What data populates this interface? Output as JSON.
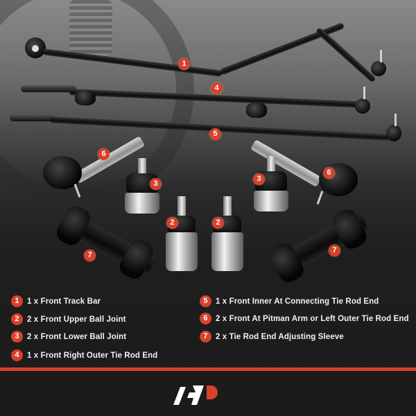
{
  "product_image": {
    "description": "Front suspension steering kit components with numbered callouts",
    "callouts": [
      {
        "id": "1",
        "label": "1"
      },
      {
        "id": "4",
        "label": "4"
      },
      {
        "id": "5",
        "label": "5"
      },
      {
        "id": "6a",
        "label": "6"
      },
      {
        "id": "6b",
        "label": "6"
      },
      {
        "id": "3a",
        "label": "3"
      },
      {
        "id": "3b",
        "label": "3"
      },
      {
        "id": "2a",
        "label": "2"
      },
      {
        "id": "2b",
        "label": "2"
      },
      {
        "id": "7a",
        "label": "7"
      },
      {
        "id": "7b",
        "label": "7"
      }
    ]
  },
  "legend": {
    "left": [
      {
        "num": "1",
        "text": "1 x Front Track Bar"
      },
      {
        "num": "2",
        "text": "2 x Front Upper Ball Joint"
      },
      {
        "num": "3",
        "text": "2 x Front Lower Ball Joint"
      },
      {
        "num": "4",
        "text": "1 x Front Right Outer Tie Rod End"
      }
    ],
    "right": [
      {
        "num": "5",
        "text": "1 x Front Inner At Connecting Tie Rod End"
      },
      {
        "num": "6",
        "text": "2 x Front At Pitman Arm or Left Outer Tie Rod End"
      },
      {
        "num": "7",
        "text": "2 x Tie Rod End Adjusting Sleeve"
      }
    ]
  },
  "colors": {
    "accent": "#d8412a",
    "background": "#1b1b1b",
    "text": "#f2f2f2"
  },
  "footer": {
    "logo": "brand-logo"
  }
}
